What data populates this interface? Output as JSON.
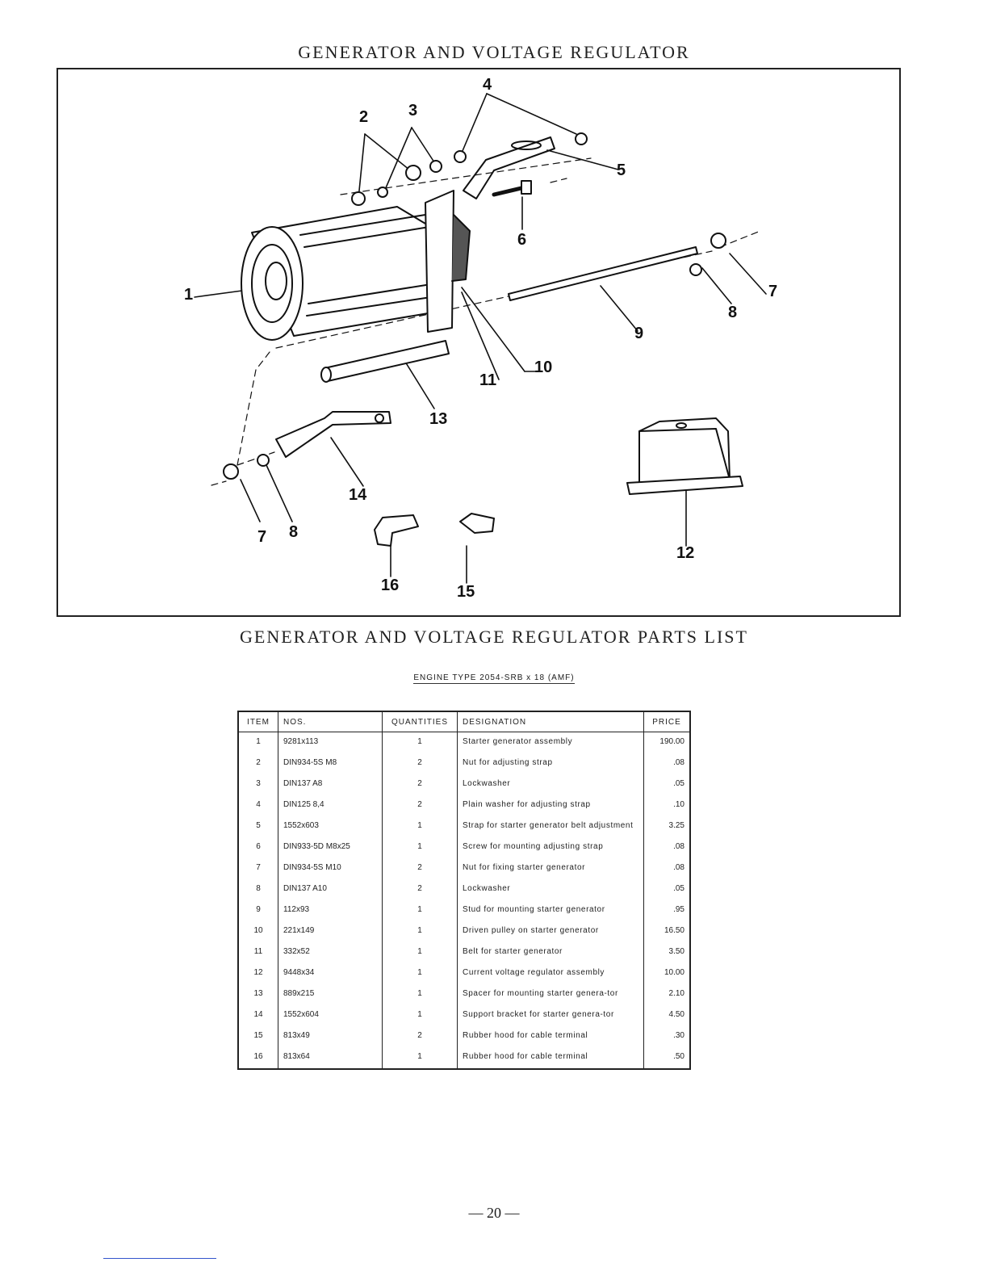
{
  "header": {
    "title": "GENERATOR AND VOLTAGE REGULATOR"
  },
  "figure": {
    "callouts": [
      "1",
      "2",
      "3",
      "4",
      "5",
      "6",
      "7",
      "8",
      "9",
      "10",
      "11",
      "12",
      "13",
      "14",
      "7",
      "8",
      "16",
      "15"
    ]
  },
  "parts_list": {
    "title": "GENERATOR AND VOLTAGE REGULATOR PARTS LIST",
    "subtitle": "ENGINE TYPE 2054-SRB x 18 (AMF)",
    "columns": {
      "item": "ITEM",
      "nos": "NOS.",
      "quantities": "QUANTITIES",
      "designation": "DESIGNATION",
      "price": "PRICE"
    },
    "rows": [
      {
        "item": "1",
        "nos": "9281x113",
        "qty": "1",
        "designation": "Starter generator assembly",
        "price": "190.00"
      },
      {
        "item": "2",
        "nos": "DIN934-5S M8",
        "qty": "2",
        "designation": "Nut for adjusting strap",
        "price": ".08"
      },
      {
        "item": "3",
        "nos": "DIN137 A8",
        "qty": "2",
        "designation": "Lockwasher",
        "price": ".05"
      },
      {
        "item": "4",
        "nos": "DIN125 8,4",
        "qty": "2",
        "designation": "Plain washer for adjusting strap",
        "price": ".10"
      },
      {
        "item": "5",
        "nos": "1552x603",
        "qty": "1",
        "designation": "Strap for starter generator belt adjustment",
        "price": "3.25"
      },
      {
        "item": "6",
        "nos": "DIN933-5D M8x25",
        "qty": "1",
        "designation": "Screw for mounting adjusting strap",
        "price": ".08"
      },
      {
        "item": "7",
        "nos": "DIN934-5S M10",
        "qty": "2",
        "designation": "Nut for fixing starter generator",
        "price": ".08"
      },
      {
        "item": "8",
        "nos": "DIN137 A10",
        "qty": "2",
        "designation": "Lockwasher",
        "price": ".05"
      },
      {
        "item": "9",
        "nos": "112x93",
        "qty": "1",
        "designation": "Stud for mounting starter generator",
        "price": ".95"
      },
      {
        "item": "10",
        "nos": "221x149",
        "qty": "1",
        "designation": "Driven pulley on starter generator",
        "price": "16.50"
      },
      {
        "item": "11",
        "nos": "332x52",
        "qty": "1",
        "designation": "Belt for starter generator",
        "price": "3.50"
      },
      {
        "item": "12",
        "nos": "9448x34",
        "qty": "1",
        "designation": "Current voltage regulator assembly",
        "price": "10.00"
      },
      {
        "item": "13",
        "nos": "889x215",
        "qty": "1",
        "designation": "Spacer for mounting starter genera-tor",
        "price": "2.10"
      },
      {
        "item": "14",
        "nos": "1552x604",
        "qty": "1",
        "designation": "Support bracket for starter genera-tor",
        "price": "4.50"
      },
      {
        "item": "15",
        "nos": "813x49",
        "qty": "2",
        "designation": "Rubber hood for cable terminal",
        "price": ".30"
      },
      {
        "item": "16",
        "nos": "813x64",
        "qty": "1",
        "designation": "Rubber hood for cable terminal",
        "price": ".50"
      }
    ]
  },
  "footer": {
    "page_number": "— 20 —"
  }
}
